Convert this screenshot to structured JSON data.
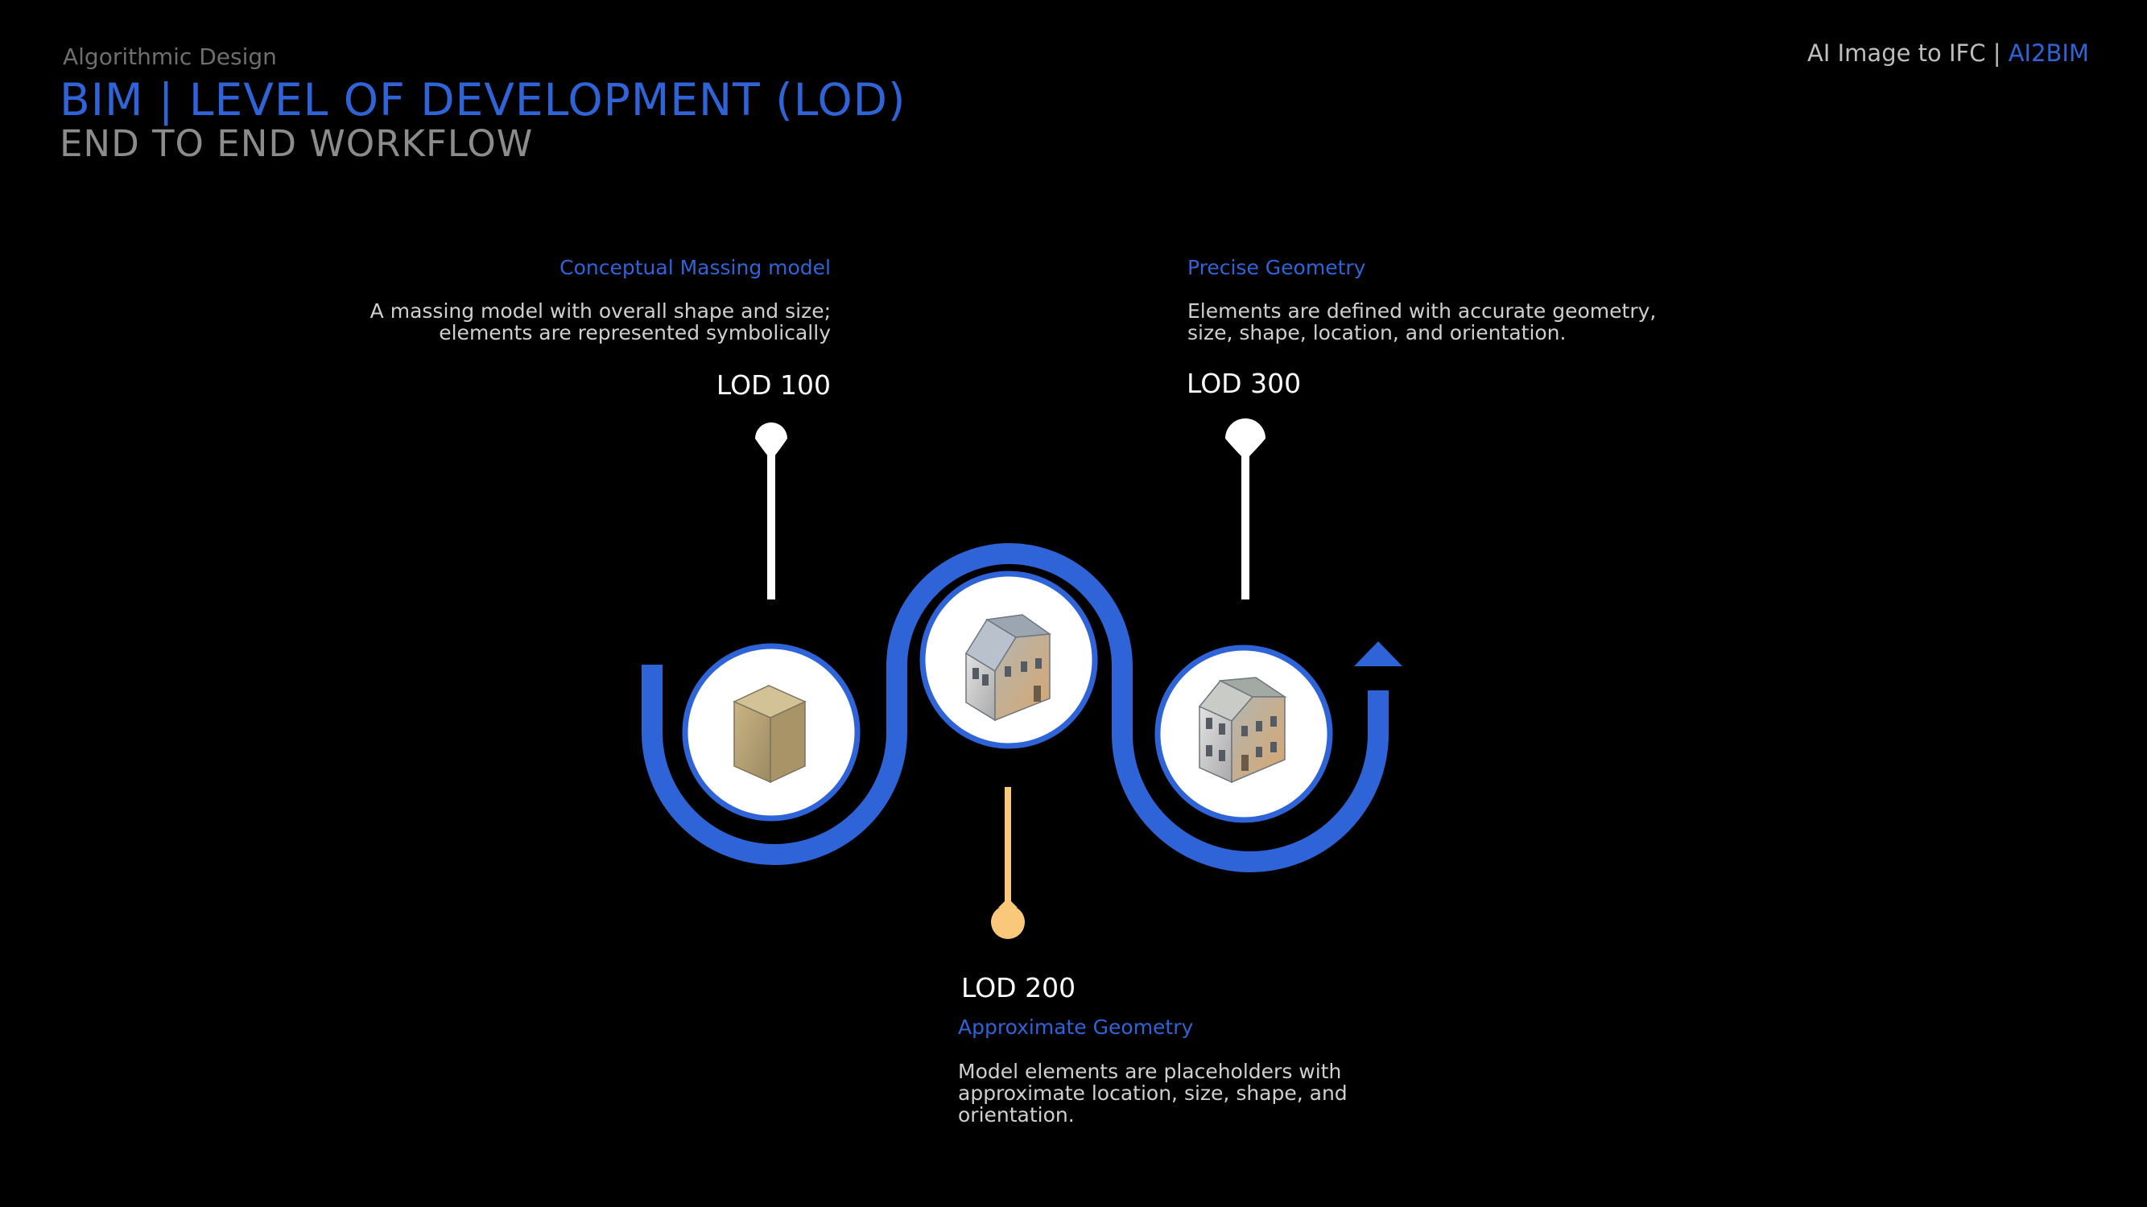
{
  "header": {
    "kicker": "Algorithmic Design",
    "title": "BIM | LEVEL OF DEVELOPMENT (LOD)",
    "subtitle": "END TO END WORKFLOW",
    "brand_prefix": "AI Image to IFC | ",
    "brand_accent": "AI2BIM"
  },
  "stages": [
    {
      "label": "LOD 100",
      "heading": "Conceptual Massing model",
      "description": "A massing model with overall shape and size; elements are represented symbolically"
    },
    {
      "label": "LOD 200",
      "heading": "Approximate Geometry",
      "description": "Model elements are placeholders with approximate location, size, shape, and orientation."
    },
    {
      "label": "LOD 300",
      "heading": "Precise Geometry",
      "description": "Elements are defined with accurate geometry, size, shape, location, and orientation."
    }
  ],
  "icons": [
    "massing-block-icon",
    "house-simple-icon",
    "house-detailed-icon"
  ],
  "colors": {
    "background": "#000000",
    "accent_blue": "#2f63d8",
    "pin_white": "#ffffff",
    "pin_gold": "#f9c87a",
    "text_light": "#cfcfcf"
  }
}
